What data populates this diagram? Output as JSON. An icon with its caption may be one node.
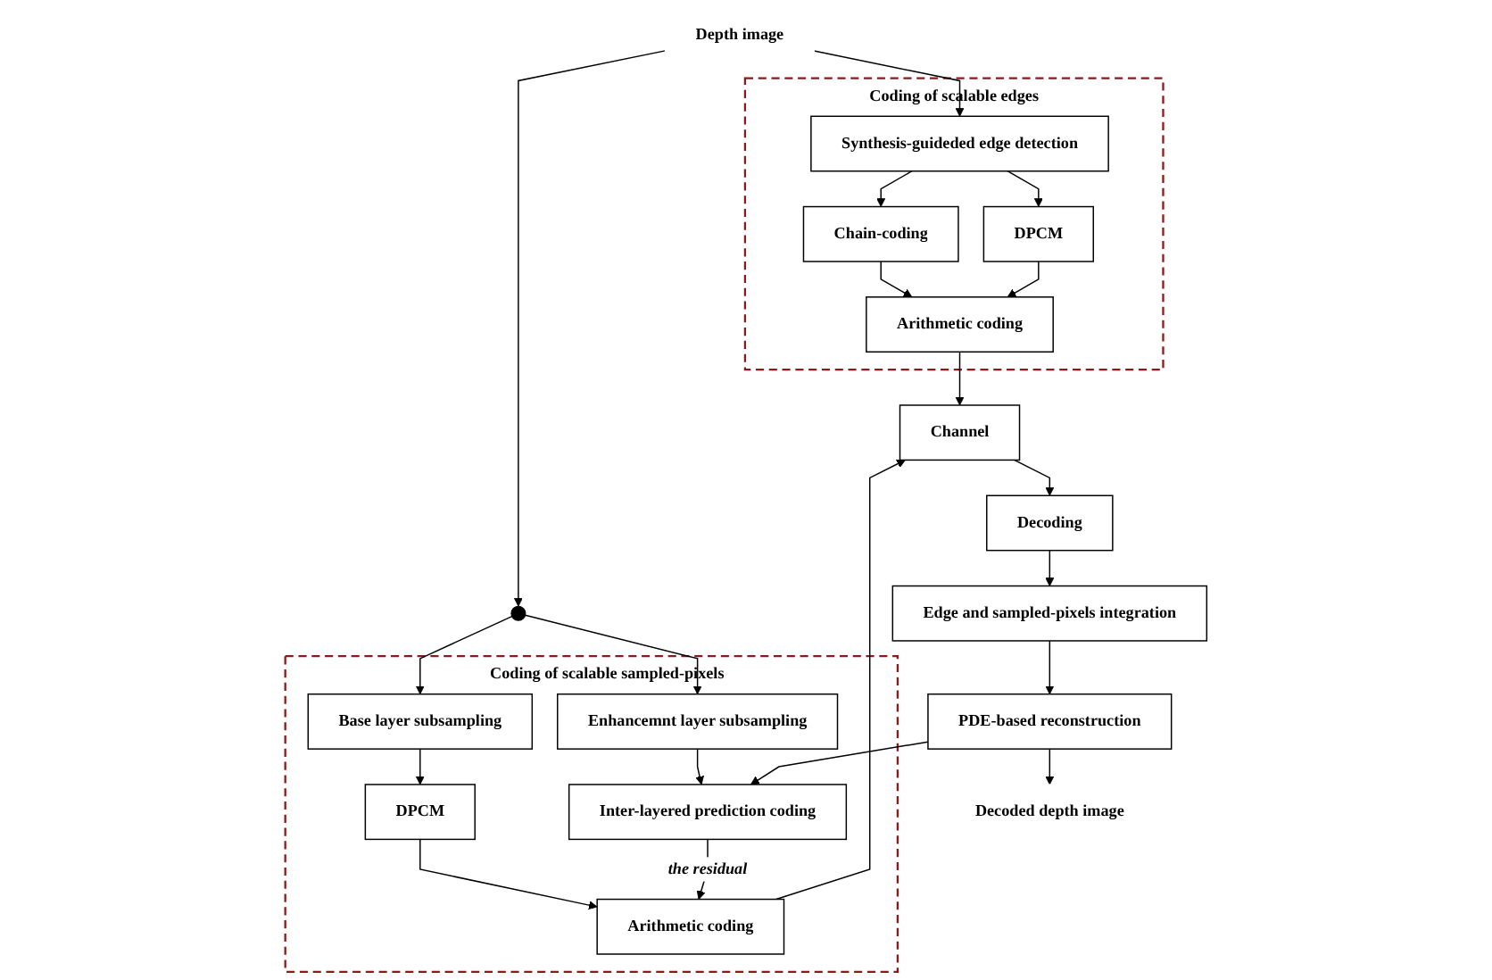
{
  "diagram": {
    "nodes": [
      {
        "text": [
          "Depth image"
        ]
      },
      {
        "text": [
          "Coding of scalable edges"
        ]
      },
      {
        "text": [
          "Synthesis-guideded edge detection"
        ],
        "in": 1
      },
      {
        "text": [
          "Chain-coding"
        ],
        "in": 1
      },
      {
        "text": [
          "DPCM"
        ],
        "in": 1
      },
      {
        "text": [
          "Arithmetic coding"
        ],
        "in": 1
      },
      {
        "text": [],
        "shape": "circle"
      },
      {
        "text": [
          "Coding of scalable sampled-pixels"
        ]
      },
      {
        "text": [
          "Base layer subsampling"
        ],
        "in": 7
      },
      {
        "text": [
          "DPCM"
        ],
        "in": 7
      },
      {
        "text": [
          "Arithmetic coding"
        ],
        "in": 7
      },
      {
        "text": [
          "Enhancemnt layer subsampling"
        ],
        "in": 7
      },
      {
        "text": [
          "Inter-layered prediction coding"
        ],
        "in": 7
      },
      {
        "text": [
          "Channel"
        ]
      },
      {
        "text": [
          "Decoded depth image"
        ]
      },
      {
        "text": [
          "PDE-based reconstruction"
        ]
      },
      {
        "text": [
          "Edge and sampled-pixels integration"
        ]
      },
      {
        "text": [
          "Decoding"
        ]
      }
    ],
    "edges": [
      {
        "from": 0,
        "to": 2,
        "arrow": "to"
      },
      {
        "from": 0,
        "to": 6,
        "arrow": "to"
      },
      {
        "from": 2,
        "to": 3,
        "arrow": "to"
      },
      {
        "from": 2,
        "to": 4,
        "arrow": "to"
      },
      {
        "from": 3,
        "to": 5,
        "arrow": "to"
      },
      {
        "from": 4,
        "to": 5,
        "arrow": "to"
      },
      {
        "from": 5,
        "to": 13,
        "arrow": "to"
      },
      {
        "from": 6,
        "to": 8,
        "arrow": "to"
      },
      {
        "from": 6,
        "to": 11,
        "arrow": "to"
      },
      {
        "from": 8,
        "to": 9,
        "arrow": "to"
      },
      {
        "from": 9,
        "to": 10,
        "arrow": "to"
      },
      {
        "from": 10,
        "to": 13,
        "arrow": "to"
      },
      {
        "from": 11,
        "to": 12,
        "arrow": "to"
      },
      {
        "from": 12,
        "to": 10,
        "arrow": "to",
        "label": "the residual"
      },
      {
        "from": 15,
        "to": 12,
        "arrow": "to"
      },
      {
        "from": 13,
        "to": 17,
        "arrow": "to"
      },
      {
        "from": 17,
        "to": 16,
        "arrow": "to"
      },
      {
        "from": 16,
        "to": 15,
        "arrow": "to"
      },
      {
        "from": 15,
        "to": 14,
        "arrow": "to"
      }
    ]
  }
}
